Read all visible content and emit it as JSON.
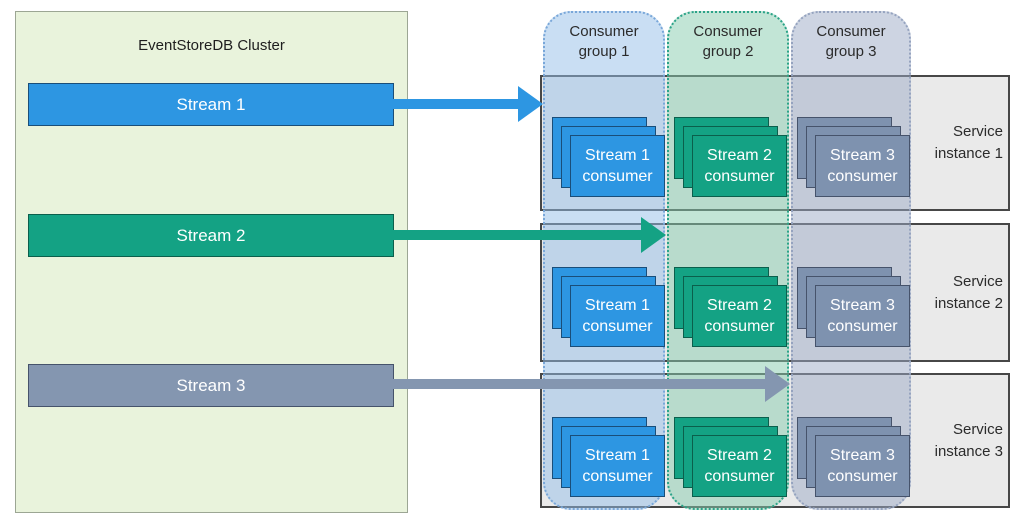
{
  "cluster": {
    "title": "EventStoreDB Cluster"
  },
  "streams": [
    {
      "label": "Stream 1",
      "color": "#2D96E2"
    },
    {
      "label": "Stream 2",
      "color": "#14A284"
    },
    {
      "label": "Stream 3",
      "color": "#8496B0"
    }
  ],
  "consumer_groups": [
    {
      "label": "Consumer group 1",
      "fill": "#C9DEF3"
    },
    {
      "label": "Consumer group 2",
      "fill": "#C3E5D6"
    },
    {
      "label": "Consumer group 3",
      "fill": "#CDD4E2"
    }
  ],
  "service_instances": [
    {
      "label": "Service instance 1"
    },
    {
      "label": "Service instance 2"
    },
    {
      "label": "Service instance 3"
    }
  ],
  "consumers": [
    {
      "label": "Stream 1 consumer",
      "color": "#2D96E2"
    },
    {
      "label": "Stream 2 consumer",
      "color": "#14A284"
    },
    {
      "label": "Stream 3 consumer",
      "color": "#7E92AF"
    }
  ],
  "colors": {
    "cluster_fill": "#E9F3DC",
    "instance_fill": "#EAEAEA",
    "instance_border": "#474747"
  }
}
